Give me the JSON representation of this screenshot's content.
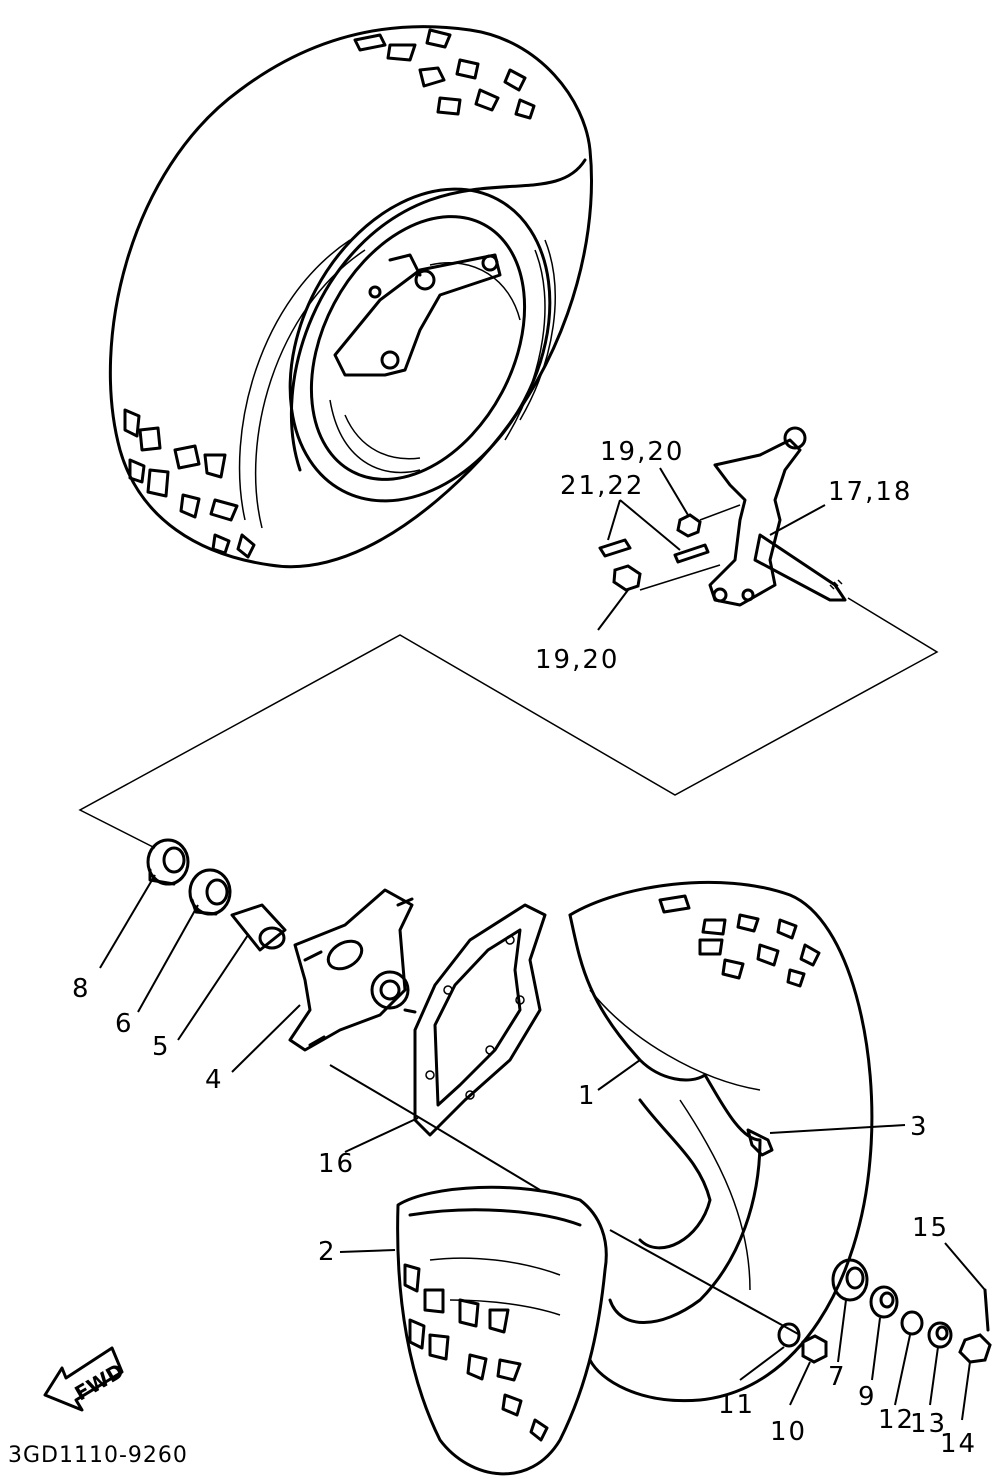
{
  "callouts": [
    {
      "id": "1",
      "text": "1"
    },
    {
      "id": "2",
      "text": "2"
    },
    {
      "id": "3",
      "text": "3"
    },
    {
      "id": "4",
      "text": "4"
    },
    {
      "id": "5",
      "text": "5"
    },
    {
      "id": "6",
      "text": "6"
    },
    {
      "id": "7",
      "text": "7"
    },
    {
      "id": "8",
      "text": "8"
    },
    {
      "id": "9",
      "text": "9"
    },
    {
      "id": "10",
      "text": "10"
    },
    {
      "id": "11",
      "text": "11"
    },
    {
      "id": "12",
      "text": "12"
    },
    {
      "id": "13",
      "text": "13"
    },
    {
      "id": "14",
      "text": "14"
    },
    {
      "id": "15",
      "text": "15"
    },
    {
      "id": "16",
      "text": "16"
    },
    {
      "id": "17_18",
      "text": "17,18"
    },
    {
      "id": "19_20_top",
      "text": "19,20"
    },
    {
      "id": "19_20_bottom",
      "text": "19,20"
    },
    {
      "id": "21_22",
      "text": "21,22"
    }
  ],
  "direction_arrow": {
    "text": "FWD",
    "icon": "fwd-arrow-icon"
  },
  "diagram_code": "3GD1110-9260"
}
